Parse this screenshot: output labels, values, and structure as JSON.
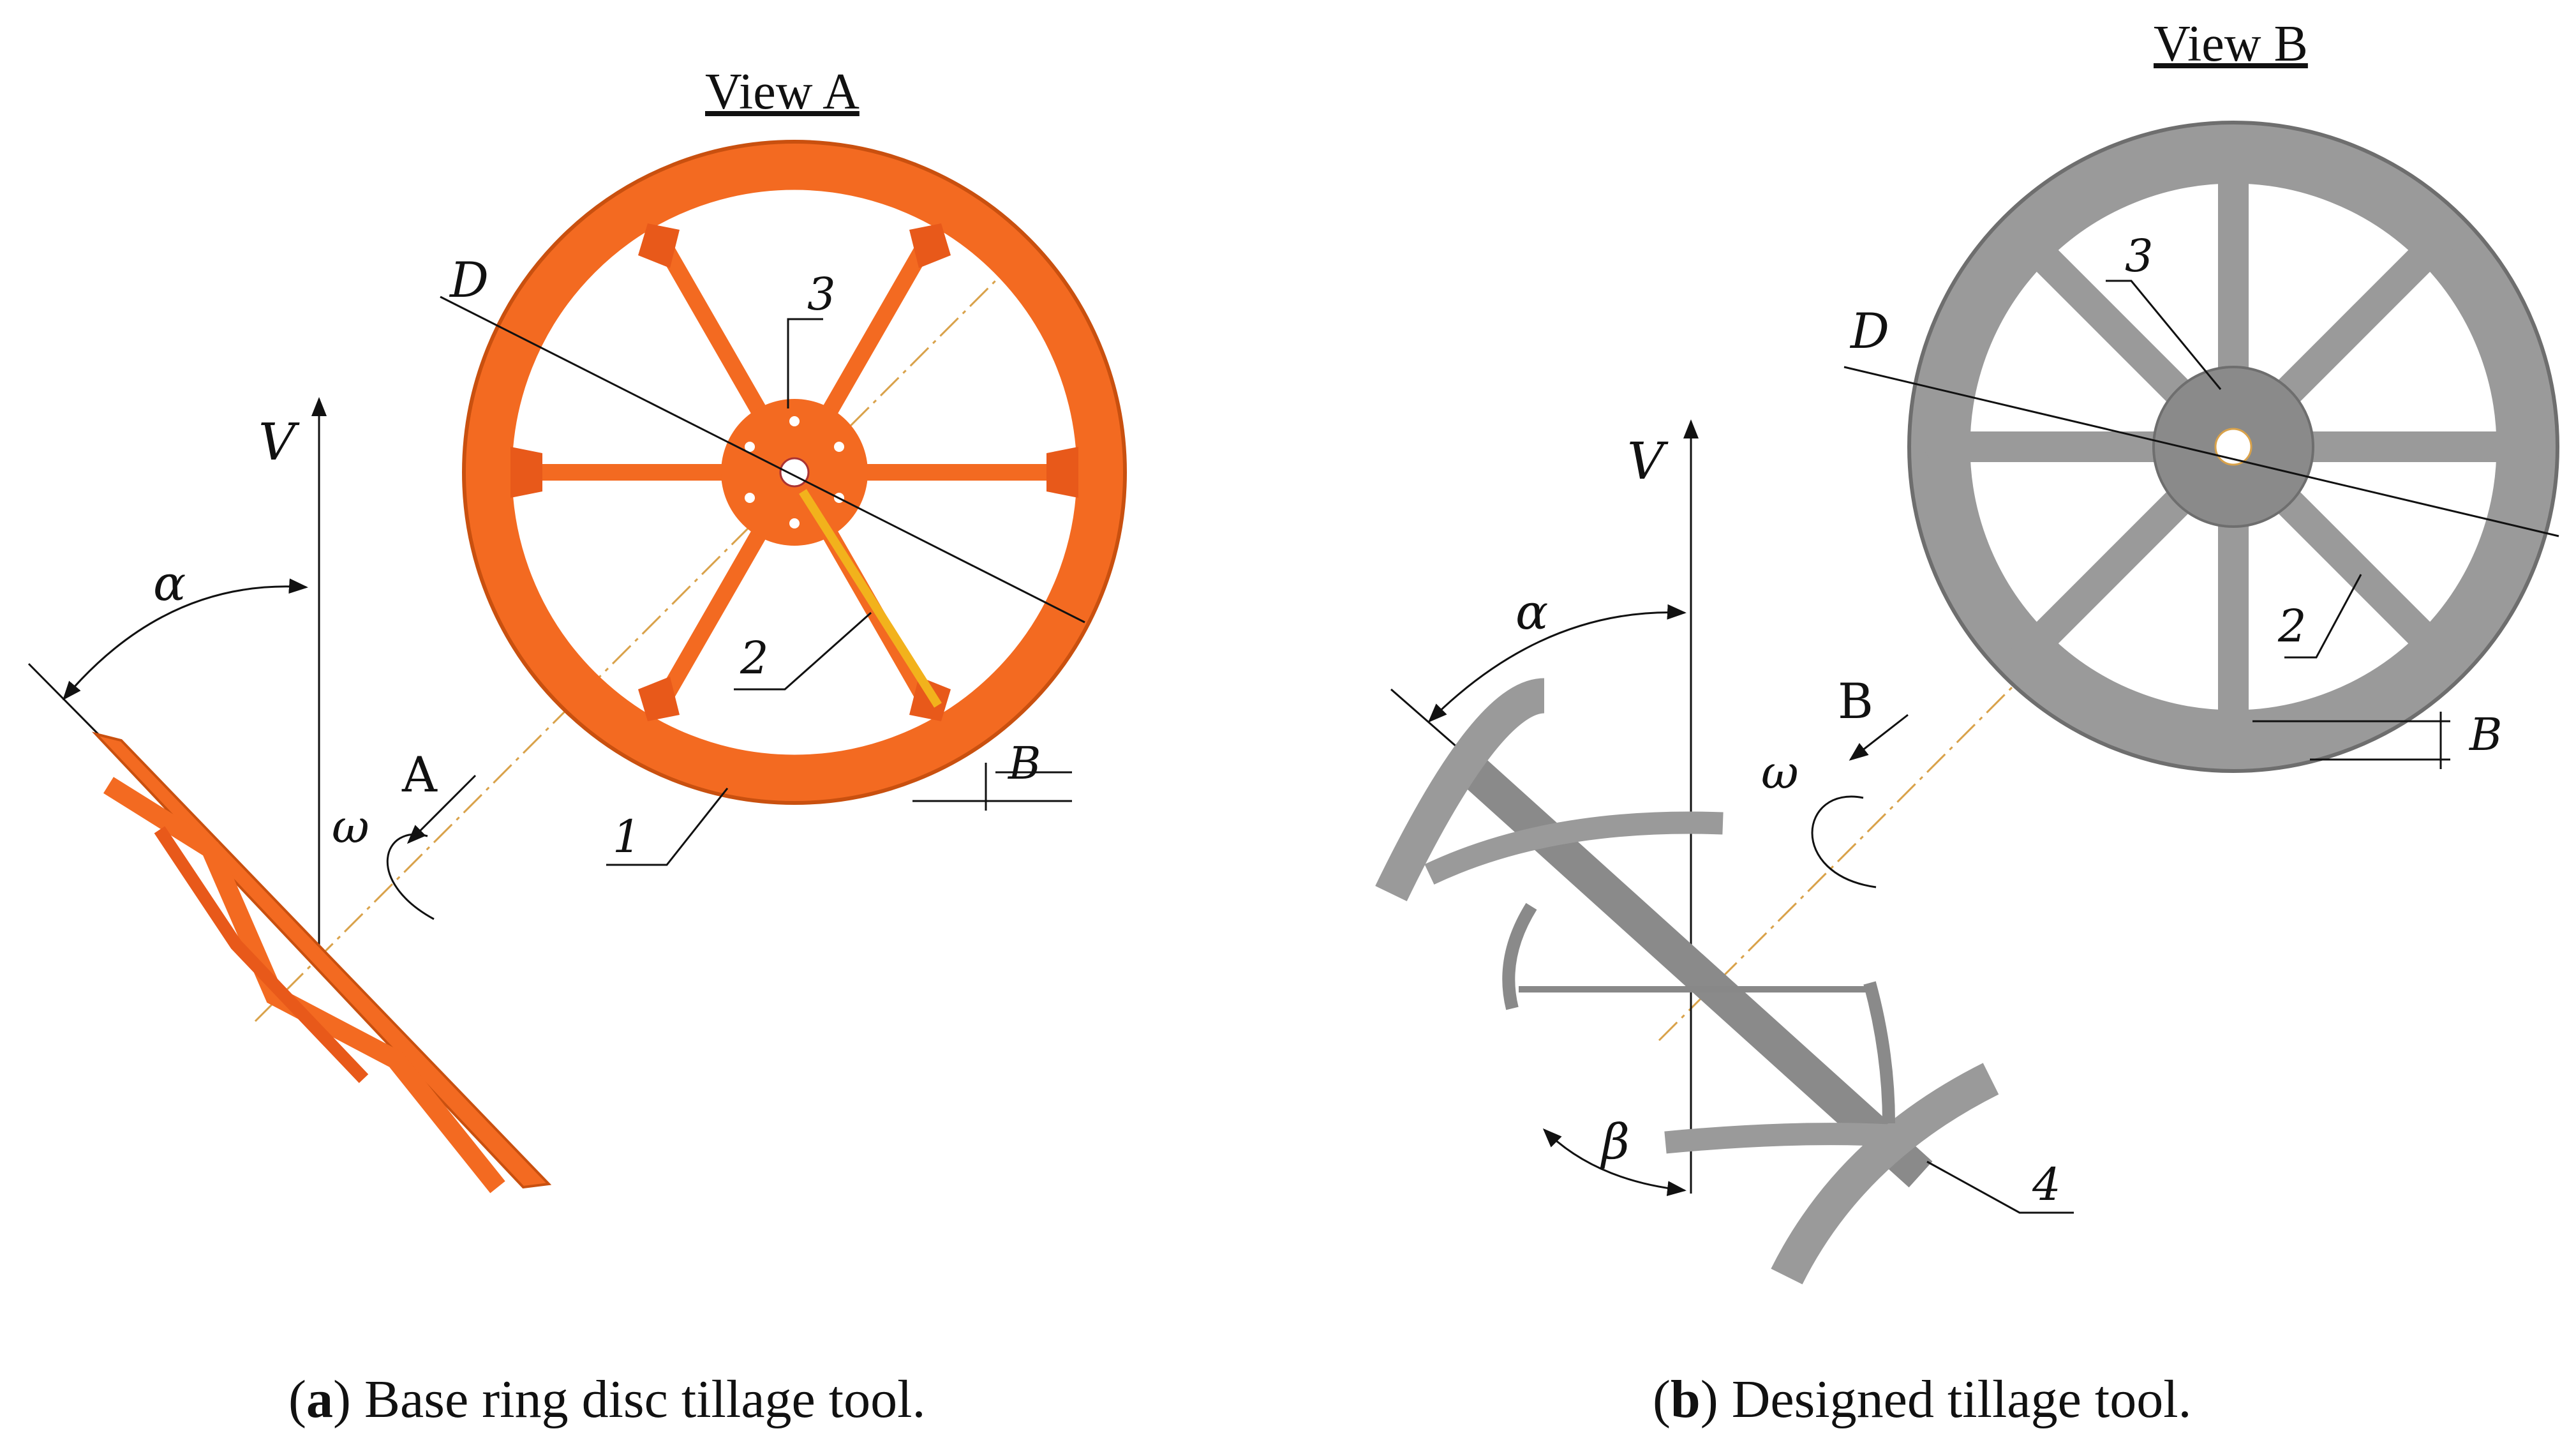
{
  "panel_a": {
    "view_title": "View A",
    "labels": {
      "D": "D",
      "V": "V",
      "alpha": "α",
      "omega": "ω",
      "A": "A",
      "B": "B",
      "n1": "1",
      "n2": "2",
      "n3": "3"
    },
    "caption_letter": "a",
    "caption_text": " Base ring disc tillage tool."
  },
  "panel_b": {
    "view_title": "View B",
    "labels": {
      "D": "D",
      "V": "V",
      "alpha": "α",
      "beta": "β",
      "omega": "ω",
      "B_arrow": "B",
      "B_dim": "B",
      "n2": "2",
      "n3": "3",
      "n4": "4"
    },
    "caption_letter": "b",
    "caption_text": " Designed tillage tool."
  },
  "colors": {
    "orange": "#f36a21",
    "orange_dark": "#c9500f",
    "gray": "#9a9a9a",
    "gray_dark": "#6e6e6e",
    "gray_light": "#c4c4c4"
  }
}
